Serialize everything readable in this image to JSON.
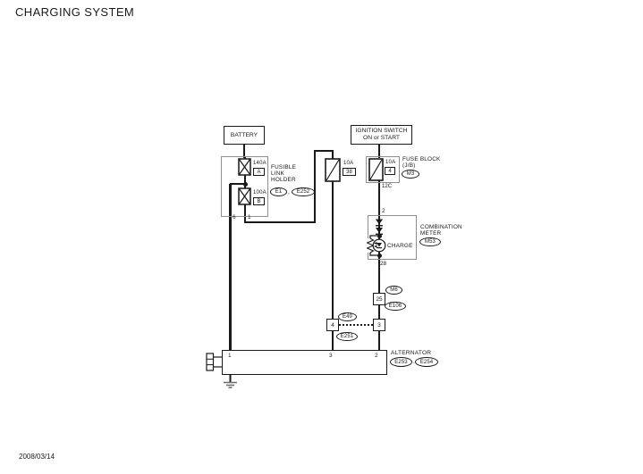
{
  "title": "CHARGING SYSTEM",
  "footer": {
    "date": "2008/03/14"
  },
  "colors": {
    "wire": "#1a1a1a",
    "enclosure_box": "#8f8f8f",
    "background": "#ffffff"
  },
  "battery": {
    "label": "BATTERY"
  },
  "ignition_switch": {
    "label_line1": "IGNITION SWITCH",
    "label_line2": "ON or START"
  },
  "fusible_link_holder": {
    "label_line1": "FUSIBLE",
    "label_line2": "LINK",
    "label_line3": "HOLDER",
    "connector_left": "E1",
    "separator": ",",
    "connector_right": "E252",
    "fuse_a": {
      "rating": "140A",
      "id": "A"
    },
    "fuse_b": {
      "rating": "100A",
      "id": "B"
    },
    "pin_left": "6",
    "pin_right": "1"
  },
  "fuse_38": {
    "rating": "10A",
    "id": "38"
  },
  "fuse_block": {
    "rating": "10A",
    "id": "4",
    "label_line1": "FUSE BLOCK",
    "label_line2": "(J/B)",
    "connector": "M3",
    "pin": "12C"
  },
  "combination_meter": {
    "pin_top": "2",
    "pin_bottom": "28",
    "lamp_label": "CHARGE",
    "label_line1": "COMBINATION",
    "label_line2": "METER",
    "connector": "M53"
  },
  "connector_m6_e106": {
    "pin": "25",
    "connector_top": "M6",
    "connector_bottom": "E106"
  },
  "connector_e49_e251": {
    "pin_left": "4",
    "pin_right": "3",
    "connector_top": "E49",
    "connector_bottom": "E251"
  },
  "alternator": {
    "label": "ALTERNATOR",
    "connector_left": "E253",
    "separator": ".",
    "connector_right": "E254",
    "pin_1": "1",
    "pin_3": "3",
    "pin_2": "2"
  }
}
